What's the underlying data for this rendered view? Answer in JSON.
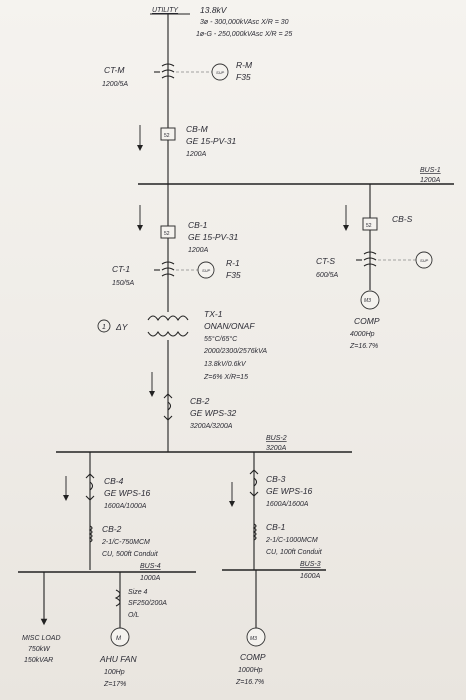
{
  "utility": {
    "tag": "UTILITY",
    "voltage": "13.8kV",
    "fault_3ph": "3ø - 300,000kVAsc  X/R = 30",
    "fault_1ph": "1ø-G - 250,000kVAsc  X/R = 25"
  },
  "rm": {
    "relay_label": "SUP",
    "name": "R-M",
    "model": "F35"
  },
  "ctm": {
    "name": "CT-M",
    "ratio": "1200/5A"
  },
  "cbm": {
    "num": "52",
    "name": "CB-M",
    "model": "GE 15-PV-31",
    "rating": "1200A"
  },
  "bus1": {
    "name": "BUS-1",
    "rating": "1200A"
  },
  "cb1": {
    "num": "52",
    "name": "CB-1",
    "model": "GE 15-PV-31",
    "rating": "1200A"
  },
  "r1": {
    "relay_label": "SUP",
    "name": "R-1",
    "model": "F35"
  },
  "ct1": {
    "name": "CT-1",
    "ratio": "150/5A"
  },
  "cbs": {
    "num": "52",
    "name": "CB-S"
  },
  "cts": {
    "name": "CT-S",
    "ratio": "600/5A"
  },
  "rs": {
    "relay_label": "SUP"
  },
  "comp1": {
    "motor": "M3",
    "name": "COMP",
    "hp": "4000Hp",
    "z": "Z=16.7%"
  },
  "tx1": {
    "marker": "1",
    "delta": "ΔY",
    "name": "TX-1",
    "cooling": "ONAN/ONAF",
    "temp": "55°C/65°C",
    "kva": "2000/2300/2576kVA",
    "volts": "13.8kV/0.6kV",
    "z": "Z=6%  X/R=15"
  },
  "cb2": {
    "name": "CB-2",
    "model": "GE WPS-32",
    "rating": "3200A/3200A"
  },
  "bus2": {
    "name": "BUS-2",
    "rating": "3200A"
  },
  "cb4": {
    "name": "CB-4",
    "model": "GE WPS-16",
    "rating": "1600A/1000A"
  },
  "cb3": {
    "name": "CB-3",
    "model": "GE WPS-16",
    "rating": "1600A/1600A"
  },
  "cable2": {
    "name": "CB-2",
    "size": "2-1/C-750MCM",
    "spec": "CU, 500ft Conduit"
  },
  "cable1": {
    "name": "CB-1",
    "size": "2-1/C-1000MCM",
    "spec": "CU, 100ft Conduit"
  },
  "bus4": {
    "name": "BUS-4",
    "rating": "1000A"
  },
  "bus3": {
    "name": "BUS-3",
    "rating": "1600A"
  },
  "fuse": {
    "size": "Size 4",
    "model": "SF250/200A",
    "type": "O/L"
  },
  "misc": {
    "name": "MISC LOAD",
    "kw": "750kW",
    "kvar": "150kVAR"
  },
  "ahu": {
    "motor": "M",
    "name": "AHU FAN",
    "hp": "100Hp",
    "z": "Z=17%"
  },
  "comp2": {
    "motor": "M3",
    "name": "COMP",
    "hp": "1000Hp",
    "z": "Z=16.7%"
  }
}
